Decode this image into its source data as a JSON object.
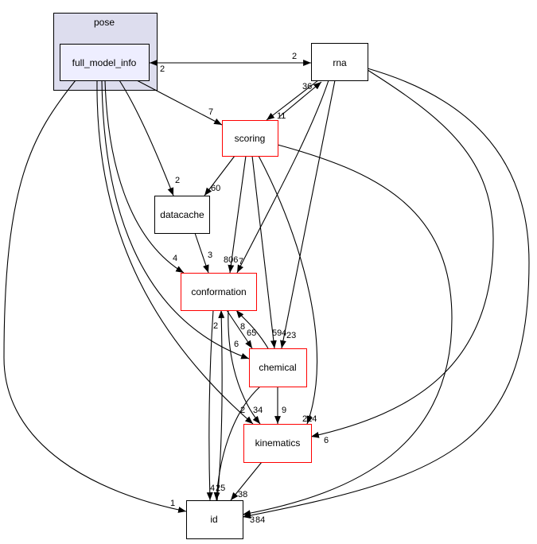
{
  "cluster": {
    "label": "pose"
  },
  "nodes": {
    "full_model_info": "full_model_info",
    "rna": "rna",
    "scoring": "scoring",
    "datacache": "datacache",
    "conformation": "conformation",
    "chemical": "chemical",
    "kinematics": "kinematics",
    "id": "id"
  },
  "edge_labels": {
    "fmi_rna": "2",
    "rna_fmi": "2",
    "fmi_scoring": "7",
    "fmi_datacache": "2",
    "fmi_conformation": "4",
    "fmi_chemical": "6",
    "fmi_kinematics": "2",
    "fmi_id": "1",
    "rna_scoring": "11",
    "scoring_rna": "36",
    "scoring_datacache": "60",
    "datacache_conformation": "3",
    "scoring_conformation": "806",
    "rna_conformation": "7",
    "scoring_chemical": "594",
    "rna_chemical": "23",
    "conformation_chemical": "65",
    "chemical_conformation": "8",
    "conformation_id": "2",
    "id_conformation": "25",
    "chemical_id": "4",
    "conformation_kinematics": "34",
    "chemical_kinematics": "9",
    "scoring_kinematics": "224",
    "rna_kinematics": "6",
    "kinematics_id": "38",
    "scoring_id": "3",
    "rna_id": "84"
  },
  "colors": {
    "cluster_fill": "#ddddee",
    "focus_fill": "#eeeeff",
    "red_border": "#ff0000"
  }
}
